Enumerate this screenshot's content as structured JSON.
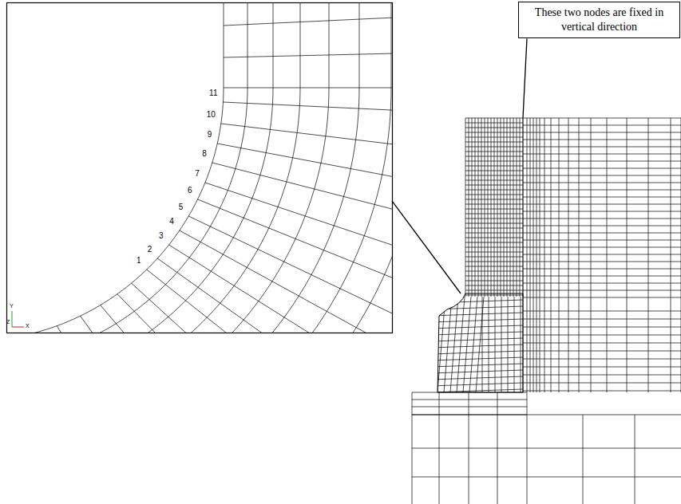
{
  "diagram": {
    "nodes": [
      {
        "text": [
          "These two nodes are fixed in vertical direction"
        ]
      }
    ],
    "labels": [
      "1",
      "2",
      "3",
      "4",
      "5",
      "6",
      "7",
      "8",
      "9",
      "10",
      "11",
      "Y",
      "Z",
      "X"
    ]
  }
}
